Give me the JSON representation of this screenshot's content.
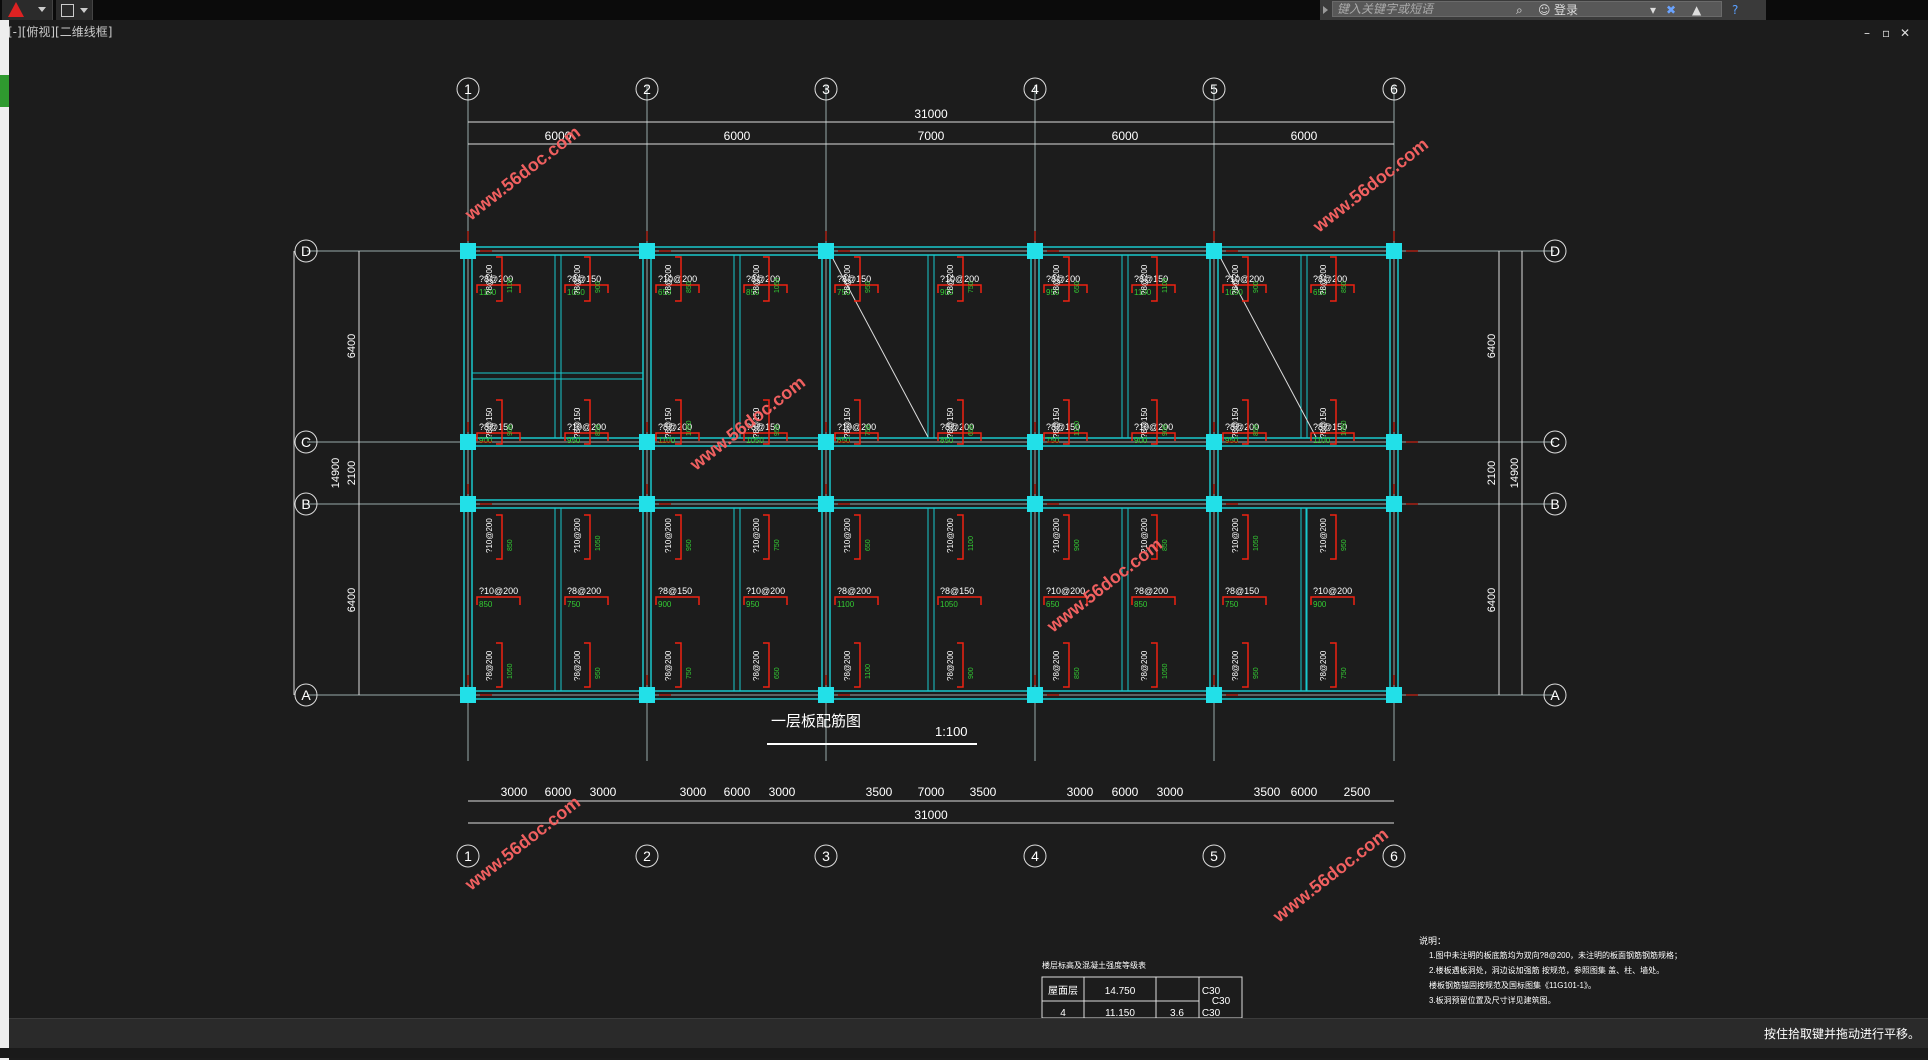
{
  "app": {
    "search_placeholder": "键入关键字或短语",
    "login_label": "登录",
    "viewport_label": "[-][俯视][二维线框]",
    "status_message": "按住拾取键并拖动进行平移。"
  },
  "drawing": {
    "axis_numbers": [
      "1",
      "2",
      "3",
      "4",
      "5",
      "6"
    ],
    "axis_letters": [
      "D",
      "C",
      "B",
      "A"
    ],
    "total_dim": "31000",
    "top_dims": [
      "6000",
      "6000",
      "7000",
      "6000",
      "6000"
    ],
    "bottom_sub_dims": [
      "3000",
      "6000",
      "3000",
      "3000",
      "6000",
      "3000",
      "3500",
      "7000",
      "3500",
      "3000",
      "6000",
      "3000",
      "3500",
      "6000",
      "2500"
    ],
    "left_dims": [
      "6400",
      "2100",
      "6400"
    ],
    "left_total": "14900",
    "right_dims": [
      "6400",
      "2100",
      "6400"
    ],
    "right_total": "14900",
    "title": "一层板配筋图",
    "scale": "1:100",
    "watermark": "www.56doc.com",
    "rebar_labels": [
      "?8@200",
      "?8@150",
      "?10@200"
    ],
    "green_values": [
      "1100",
      "900",
      "850",
      "1050",
      "950",
      "750",
      "650"
    ],
    "notes_title": "说明：",
    "notes": [
      "1.图中未注明的板底筋均为双向?8@200，未注明的板面钢筋钢筋规格；",
      "2.楼板遇板洞处，洞边设加强筋 按规范，参照图集 盖、柱、墙处。",
      "楼板钢筋锚固按规范及国标图集《11G101-1》。",
      "3.板洞预留位置及尺寸详见建筑图。"
    ],
    "table": {
      "caption": "楼层标高及混凝土强度等级表",
      "row1": [
        "屋面层",
        "14.750",
        "",
        "C30"
      ],
      "row2": [
        "4",
        "11.150",
        "3.6",
        "C30"
      ],
      "side": "C30"
    }
  }
}
